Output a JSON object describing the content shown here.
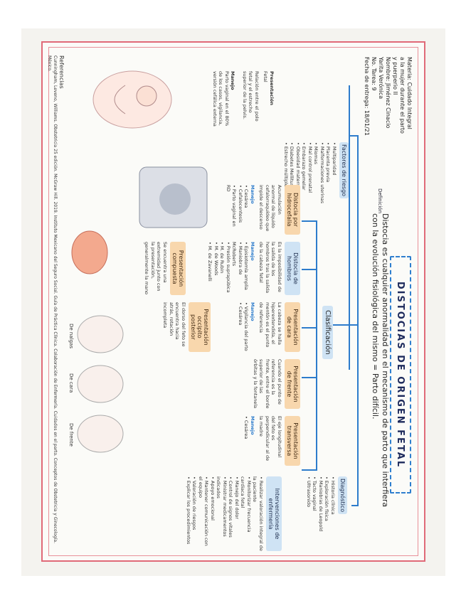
{
  "student": {
    "lines": [
      "Materia: Cuidado Integral",
      "a la mujer durante el parto",
      "y puerperio II",
      "Nombre: Jiménez Cinacio",
      "Yarita Verónica",
      "No. Tarea: 9",
      "Fecha de entrega: 18/01/21"
    ]
  },
  "title": "DISTOCIAS DE ORIGEN FETAL",
  "definicion_label": "Definición",
  "definicion": "Distocia es cualquier anormalidad en el mecanismo de parto que interfiera con la evolución fisiológica del mismo = Parto difícil.",
  "clasificacion": "Clasificación",
  "factores": {
    "title": "Factores de riesgo",
    "items": [
      "Multiparidad",
      "Placenta previa",
      "Malformaciones uterinas",
      "Miomas",
      "Mal control prenatal",
      "Embarazo gemelar",
      "Obesidad materna",
      "Diabetes Mellitus",
      "Estrecho múltiple"
    ]
  },
  "presentacion_label": "Presentación",
  "presentacion_sub": "Fetal",
  "presentacion_text": "Relación entre el polo fetal y el estrecho superior de la pelvis.",
  "manejo_left": "Manejo",
  "manejo_left_text": "Parto vaginal en el 80% de los casos, vigilancia, versión cefálica externa",
  "distocia_hidro": "Distocia por hidrocefalia",
  "distocia_hidro_text": "Acumulación anormal de líquido cefalorraquídeo que impide el descenso",
  "manejo_hidro": "Manejo",
  "manejo_hidro_items": [
    "Cesárea",
    "Cefalocentesis",
    "Parto vaginal en RD"
  ],
  "distocia_hombros": "Distocia de hombros",
  "distocia_hombros_text": "Es la imposibilidad de la salida de los hombros tras la salida de la cabeza fetal",
  "manejo_hombros": "Manejo",
  "manejo_hombros_items": [
    "Episiotomía amplia",
    "Maniobra de McRoberts",
    "Presión suprapúbica",
    "M. de Rubin",
    "M. de Woods",
    "M. de Zavanelli"
  ],
  "presentacion_cara": "Presentación de cara",
  "presentacion_cara_text": "La cabeza se halla hiperextendida, el mentón es el punto de referencia",
  "manejo_cara": "Manejo",
  "manejo_cara_items": [
    "Vigilancia del parto",
    "Cesárea"
  ],
  "presentacion_frente": "Presentación de frente",
  "presentacion_frente_text": "Cuando el punto de referencia es la frente, entre el borde superior de las órbitas y la fontanela",
  "presentacion_compuesta": "Presentación compuesta",
  "presentacion_compuesta_text": "Se encuentra una extremidad junto con la presentación, generalmente la mano",
  "presentacion_podalica": "Presentación occipito posterior",
  "presentacion_podalica_text": "El dorso del feto se encuentra hacia atrás, rotación incompleta",
  "presentacion_transversa": "Presentación transversa",
  "presentacion_transversa_text": "El eje longitudinal del feto es perpendicular al de la madre",
  "manejo_transversa": "Manejo",
  "manejo_transversa_items": [
    "Cesárea"
  ],
  "diagnostico": {
    "title": "Diagnóstico",
    "items": [
      "Historia clínica",
      "Exploración física",
      "Maniobras de Leopold",
      "Tacto vaginal",
      "Ultrasonido"
    ]
  },
  "intervenciones": {
    "title": "Intervenciones de enfermería",
    "items": [
      "Realizar valoración integral de la paciente",
      "Monitorizar frecuencia cardiaca fetal",
      "Manejo del dolor",
      "Control de signos vitales",
      "Ministrar medicamentos indicados",
      "Apoyo emocional",
      "Mantener comunicación con el equipo",
      "Valoración de riesgos",
      "Explicar los procedimientos"
    ]
  },
  "fig_labels": [
    "De nalgas",
    "De cara",
    "De frente"
  ],
  "references_title": "Referencias",
  "references": "Cunningham, Leveno, Williams. Obstetricia 25 edición. McGraw Hill. 2019. Instituto Mexicano del Seguro Social. Guía de Práctica Clínica. Colaboración de Enfermería. Cuidados en el parto. Conceptos de Obstetricia y Ginecología. México."
}
